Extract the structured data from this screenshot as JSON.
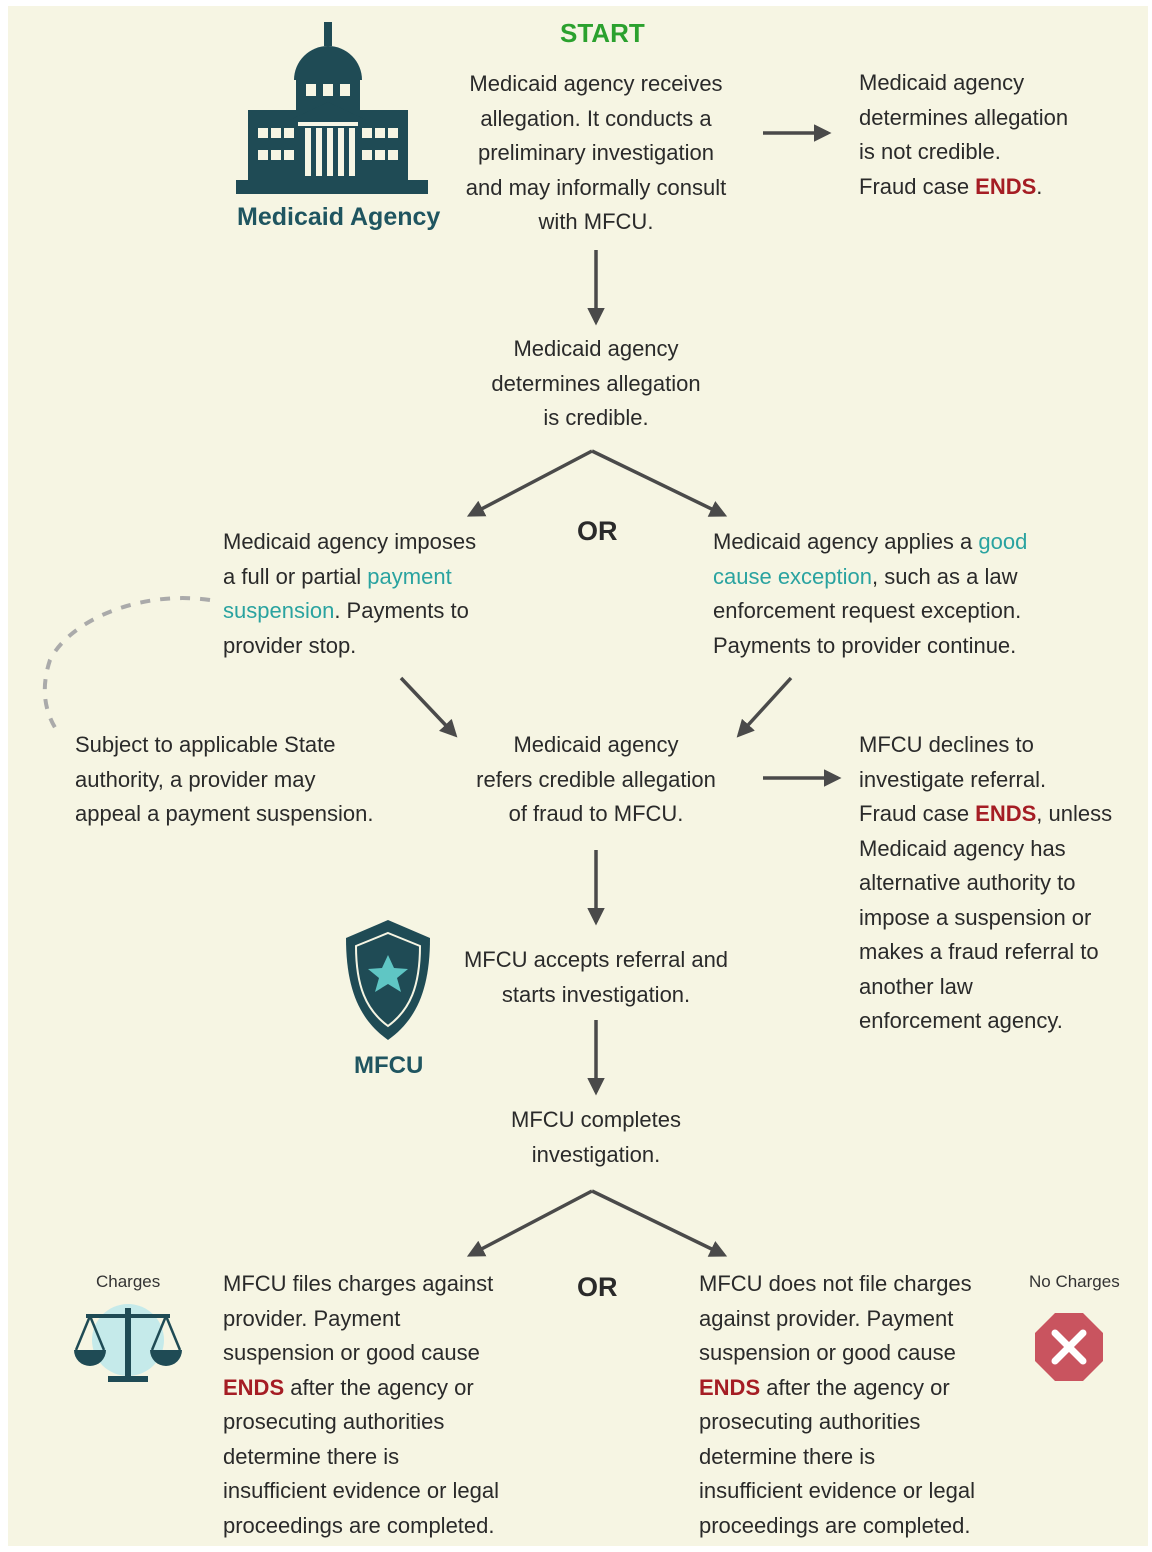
{
  "start_label": "START",
  "icons": {
    "agency": {
      "name": "capitol-building-icon",
      "label": "Medicaid Agency"
    },
    "mfcu": {
      "name": "police-badge-icon",
      "label": "MFCU"
    },
    "charges": {
      "name": "scales-of-justice-icon",
      "label": "Charges"
    },
    "no_charges": {
      "name": "no-x-icon",
      "label": "No Charges"
    }
  },
  "colors": {
    "background": "#f6f5e3",
    "icon": "#1f4b55",
    "accent_teal": "#2aa3a0",
    "ends_red": "#a51d24",
    "no_charges_red": "#c9545f",
    "arrow": "#4a4a4a"
  },
  "or_label": "OR",
  "ends_word": "ENDS",
  "nodes": {
    "receive": {
      "lines": [
        "Medicaid agency receives",
        "allegation.  It conducts a",
        "preliminary investigation",
        "and may informally consult",
        "with MFCU."
      ]
    },
    "not_credible": {
      "l1": "Medicaid agency",
      "l2": "determines allegation",
      "l3": "is not credible.",
      "l4_pre": "Fraud case ",
      "l4_post": "."
    },
    "credible": {
      "lines": [
        "Medicaid agency",
        "determines allegation",
        "is credible."
      ]
    },
    "suspension": {
      "l1": "Medicaid agency imposes",
      "l2_pre": "a full or partial ",
      "l2_link": "payment",
      "l3_link": "suspension",
      "l3_post": ".  Payments to",
      "l4": "provider stop."
    },
    "good_cause": {
      "l1_pre": "Medicaid agency applies a ",
      "l1_link": "good",
      "l2_link": "cause exception",
      "l2_post": ", such as a law",
      "l3": "enforcement request exception.",
      "l4": "Payments to provider continue."
    },
    "appeal": {
      "lines": [
        "Subject to applicable State",
        "authority, a provider may",
        "appeal a payment suspension."
      ]
    },
    "refer": {
      "lines": [
        "Medicaid agency",
        "refers credible allegation",
        "of fraud to MFCU."
      ]
    },
    "declines": {
      "l1": "MFCU declines to",
      "l2": "investigate referral.",
      "l3_pre": "Fraud case ",
      "l3_post": ", unless",
      "l4": "Medicaid agency has",
      "l5": "alternative authority to",
      "l6": "impose a suspension or",
      "l7": "makes a fraud referral to",
      "l8": "another law",
      "l9": "enforcement agency."
    },
    "accepts": {
      "lines": [
        "MFCU accepts referral and",
        "starts investigation."
      ]
    },
    "completes": {
      "lines": [
        "MFCU completes",
        "investigation."
      ]
    },
    "files": {
      "l1": "MFCU files charges against",
      "l2": "provider.  Payment",
      "l3": "suspension or good cause",
      "l4_post": " after the agency or",
      "l5": "prosecuting authorities",
      "l6": "determine there is",
      "l7": "insufficient evidence or legal",
      "l8": "proceedings are completed."
    },
    "no_file": {
      "l1": "MFCU does not file charges",
      "l2": "against provider.  Payment",
      "l3": "suspension or good cause",
      "l4_post": " after the agency or",
      "l5": "prosecuting authorities",
      "l6": "determine there is",
      "l7": "insufficient evidence or legal",
      "l8": "proceedings are completed."
    }
  }
}
